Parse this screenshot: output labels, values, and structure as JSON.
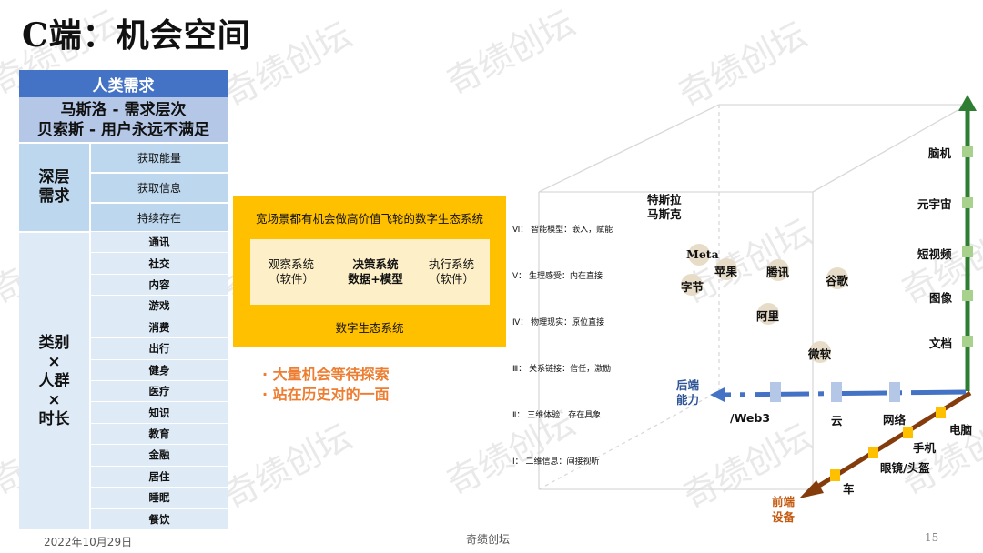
{
  "title": "C端：机会空间",
  "watermark": "奇绩创坛",
  "table": {
    "header": "人类需求",
    "sub_line1": "马斯洛 - 需求层次",
    "sub_line2": "贝索斯 - 用户永远不满足",
    "deep_label_line1": "深层",
    "deep_label_line2": "需求",
    "deep_items": [
      "获取能量",
      "获取信息",
      "持续存在"
    ],
    "cat_label_lines": [
      "类别",
      "×",
      "人群",
      "×",
      "时长"
    ],
    "cat_items": [
      "通讯",
      "社交",
      "内容",
      "游戏",
      "消费",
      "出行",
      "健身",
      "医疗",
      "知识",
      "教育",
      "金融",
      "居住",
      "睡眠",
      "餐饮"
    ]
  },
  "ecosystem": {
    "title": "宽场景都有机会做高价值飞轮的数字生态系统",
    "observe_line1": "观察系统",
    "observe_line2": "（软件）",
    "decide_line1": "决策系统",
    "decide_line2": "数据+模型",
    "execute_line1": "执行系统",
    "execute_line2": "（软件）",
    "footer": "数字生态系统"
  },
  "bullets": [
    "大量机会等待探索",
    "站在历史对的一面"
  ],
  "levels": [
    "Ⅵ：  智能模型：嵌入，赋能",
    "Ⅴ：  生理感受：内在直接",
    "Ⅳ：  物理现实：原位直接",
    "Ⅲ：  关系链接：信任，激励",
    "Ⅱ：  三维体验：存在具象",
    "Ⅰ：  二维信息：间接视听"
  ],
  "companies": {
    "tesla_line1": "特斯拉",
    "tesla_line2": "马斯克",
    "meta": "Meta",
    "apple": "苹果",
    "bytedance": "字节",
    "tencent": "腾讯",
    "google": "谷歌",
    "alibaba": "阿里",
    "microsoft": "微软"
  },
  "backend": {
    "label_line1": "后端",
    "label_line2": "能力",
    "web3": "/Web3",
    "cloud": "云",
    "network": "网络"
  },
  "frontend": {
    "label_line1": "前端",
    "label_line2": "设备",
    "pc": "电脑",
    "phone": "手机",
    "glasses": "眼镜/头盔",
    "car": "车"
  },
  "vertical_axis": [
    "脑机",
    "元宇宙",
    "短视频",
    "图像",
    "文档"
  ],
  "footer": {
    "date": "2022年10月29日",
    "center": "奇绩创坛",
    "page": "15"
  },
  "colors": {
    "blue_header": "#4472c4",
    "blue_light": "#bdd7ee",
    "orange": "#ffc000",
    "green_arrow": "#2e7d32",
    "brown_arrow": "#843c0c",
    "bullet_orange": "#ed7d31"
  }
}
